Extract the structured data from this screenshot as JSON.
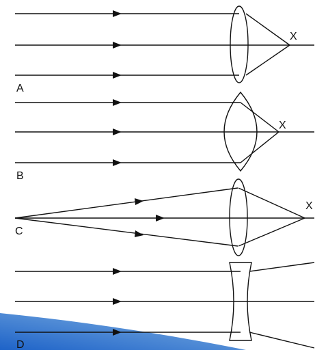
{
  "diagrams": [
    {
      "label": "A",
      "focus_label": "X",
      "lens_type": "thin convex"
    },
    {
      "label": "B",
      "focus_label": "X",
      "lens_type": "thick convex"
    },
    {
      "label": "C",
      "focus_label": "X",
      "lens_type": "convex, diverging source"
    },
    {
      "label": "D",
      "focus_label": "",
      "lens_type": "concave"
    }
  ],
  "colors": {
    "line": "#111111",
    "background": "#ffffff",
    "accent_gradient_start": "#1e63c8",
    "accent_gradient_end": "#9ec3ea"
  }
}
